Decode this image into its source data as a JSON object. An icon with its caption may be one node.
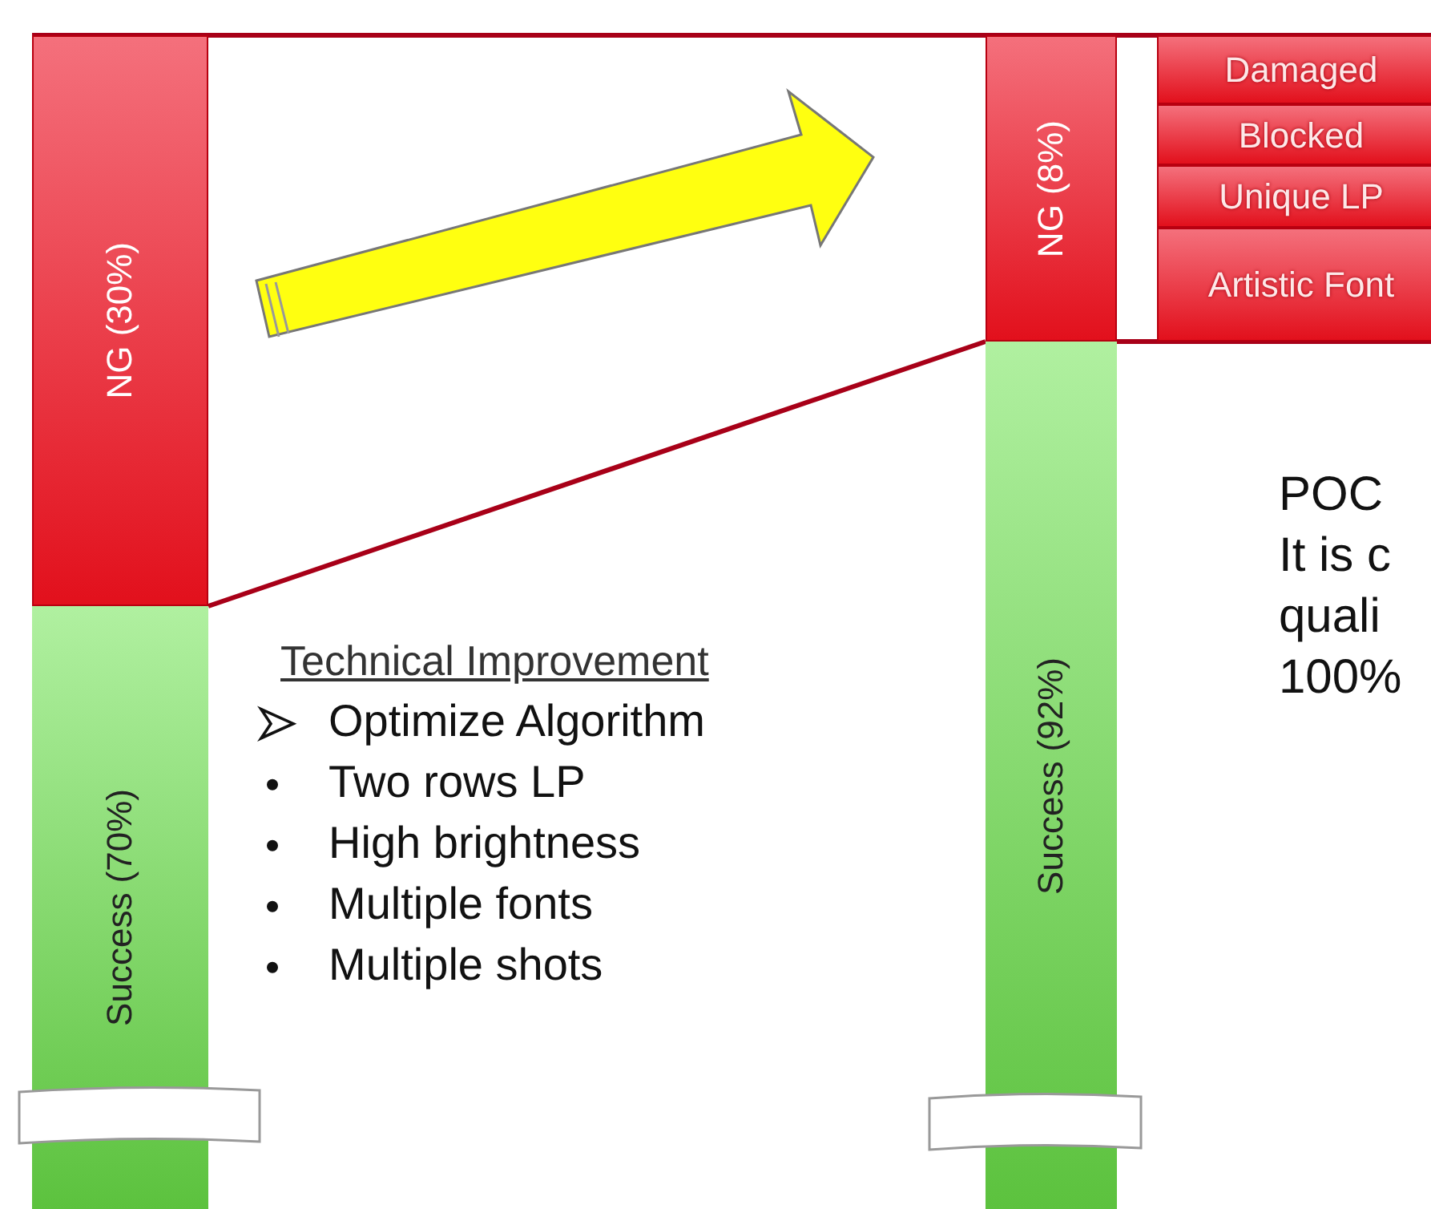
{
  "diagram": {
    "nodes": [
      {
        "text": [
          "NG (30%)"
        ]
      },
      {
        "text": [
          "Success (70%)"
        ]
      },
      {
        "text": [
          "NG (8%)"
        ]
      },
      {
        "text": [
          "Success (92%)"
        ]
      },
      {
        "text": [
          "Damaged"
        ]
      },
      {
        "text": [
          "Blocked"
        ]
      },
      {
        "text": [
          "Unique LP"
        ]
      },
      {
        "text": [
          "Artistic Font"
        ]
      },
      {
        "text": [],
        "shape": "box"
      },
      {
        "text": [],
        "shape": "box"
      }
    ],
    "edges": [
      {
        "from": 0,
        "to": 2,
        "arrow": "none"
      }
    ],
    "labels": [
      "Technical Improvement",
      "Optimize Algorithm",
      "Two rows LP",
      "High brightness",
      "Multiple fonts",
      "Multiple shots",
      "POC",
      "It is c",
      "quali",
      "100%"
    ]
  }
}
